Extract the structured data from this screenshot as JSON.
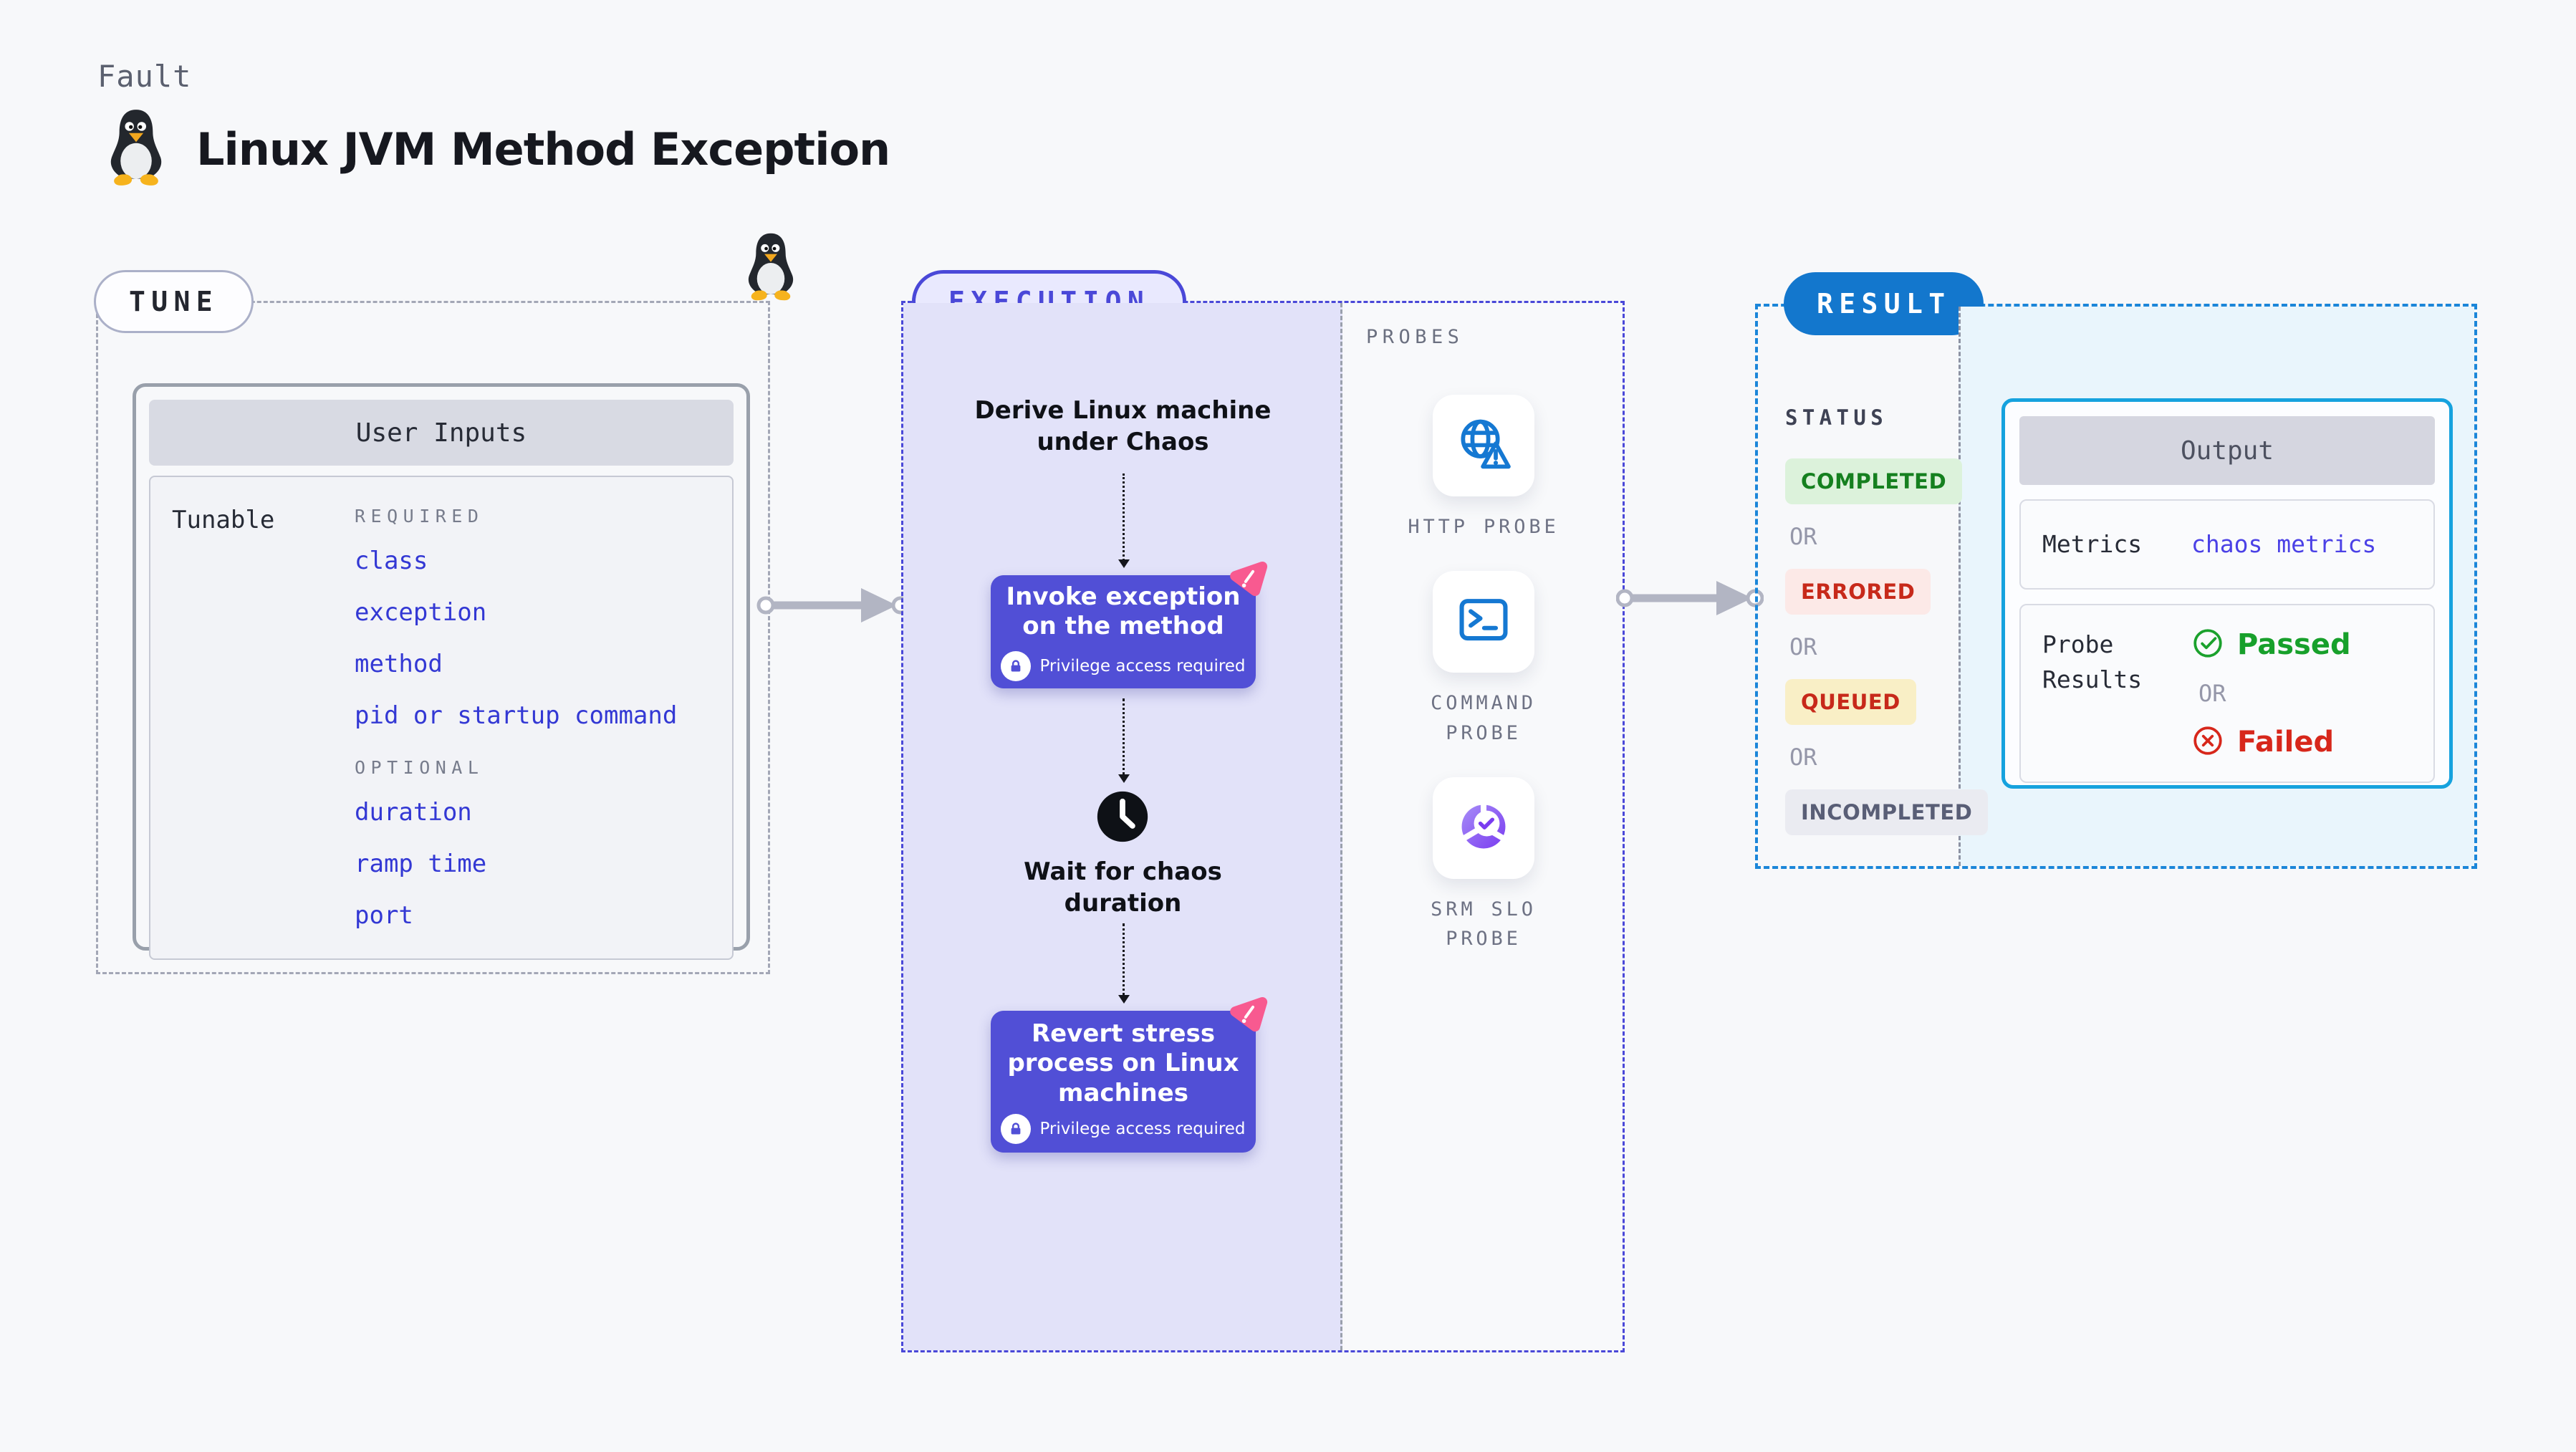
{
  "colors": {
    "page-bg": "#f7f8fa",
    "accent-indigo": "#514fd6",
    "accent-pink": "#f85a90",
    "probe-blue": "#1578d2",
    "result-blue": "#1377cd",
    "cyan-border": "#16a2de",
    "item-blue": "#3338d4",
    "passed-green": "#17a02b",
    "failed-red": "#d7271b"
  },
  "header": {
    "kicker": "Fault",
    "title": "Linux JVM Method Exception",
    "title_icon": "linux-penguin-icon"
  },
  "tune": {
    "badge": "TUNE",
    "corner_icon": "linux-penguin-icon",
    "user_inputs": {
      "title": "User Inputs",
      "row_label": "Tunable",
      "required_label": "REQUIRED",
      "required_items": [
        "class",
        "exception",
        "method",
        "pid or startup command"
      ],
      "optional_label": "OPTIONAL",
      "optional_items": [
        "duration",
        "ramp time",
        "port"
      ]
    }
  },
  "execution": {
    "badge": "EXECUTION",
    "derive_step": "Derive Linux machine\nunder Chaos",
    "invoke_step": {
      "title": "Invoke exception\non the method",
      "note": "Privilege access required",
      "corner_icon": "chaos-pinwheel-icon",
      "note_icon": "lock-icon"
    },
    "wait_step": {
      "title": "Wait for chaos\nduration",
      "icon": "clock-icon"
    },
    "revert_step": {
      "title": "Revert stress\nprocess on Linux\nmachines",
      "note": "Privilege access required",
      "corner_icon": "chaos-pinwheel-icon",
      "note_icon": "lock-icon"
    }
  },
  "probes": {
    "label": "PROBES",
    "items": [
      {
        "label": "HTTP PROBE",
        "icon": "globe-alert-icon"
      },
      {
        "label": "COMMAND PROBE",
        "icon": "terminal-icon"
      },
      {
        "label": "SRM SLO PROBE",
        "icon": "slo-donut-check-icon"
      }
    ]
  },
  "result": {
    "badge": "RESULT",
    "status_label": "STATUS",
    "or_label": "OR",
    "statuses": [
      {
        "label": "COMPLETED",
        "kind": "green"
      },
      {
        "label": "ERRORED",
        "kind": "red"
      },
      {
        "label": "QUEUED",
        "kind": "yellow"
      },
      {
        "label": "INCOMPLETED",
        "kind": "gray"
      }
    ],
    "output": {
      "title": "Output",
      "metrics_label": "Metrics",
      "metrics_value": "chaos metrics",
      "probe_results_label": "Probe Results",
      "passed_label": "Passed",
      "passed_icon": "check-circle-icon",
      "failed_label": "Failed",
      "failed_icon": "x-circle-icon"
    }
  }
}
